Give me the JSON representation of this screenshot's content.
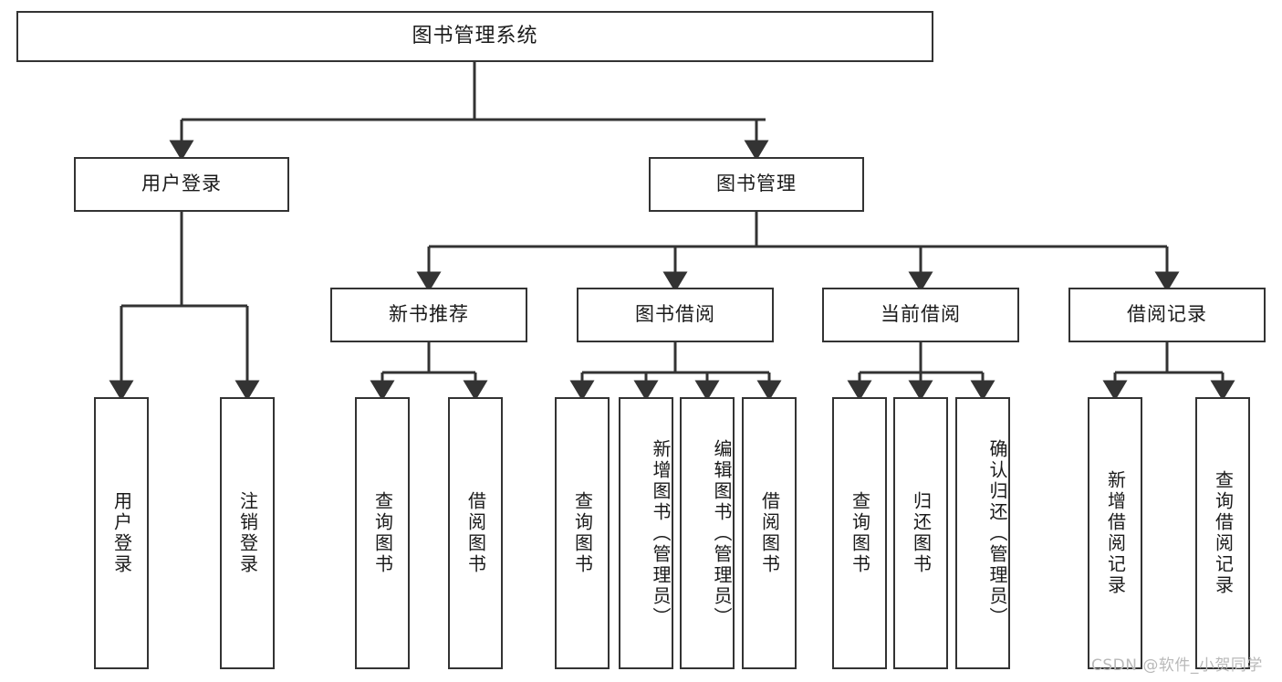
{
  "diagram": {
    "title": "图书管理系统",
    "watermark": "CSDN @软件_小贺同学",
    "line_color": "#333333",
    "box_fill": "#ffffff",
    "text_color": "#1a1a1a"
  },
  "nodes": {
    "root": {
      "label": "图书管理系统"
    },
    "level1": [
      {
        "label": "用户登录"
      },
      {
        "label": "图书管理"
      }
    ],
    "level2": [
      {
        "label": "新书推荐"
      },
      {
        "label": "图书借阅"
      },
      {
        "label": "当前借阅"
      },
      {
        "label": "借阅记录"
      }
    ],
    "leaves_user_login": [
      {
        "label": "用户登录"
      },
      {
        "label": "注销登录"
      }
    ],
    "leaves_new_books": [
      {
        "label": "查询图书"
      },
      {
        "label": "借阅图书"
      }
    ],
    "leaves_borrow": [
      {
        "label": "查询图书"
      },
      {
        "label": "新增图书（管理员）"
      },
      {
        "label": "编辑图书（管理员）"
      },
      {
        "label": "借阅图书"
      }
    ],
    "leaves_current": [
      {
        "label": "查询图书"
      },
      {
        "label": "归还图书"
      },
      {
        "label": "确认归还（管理员）"
      }
    ],
    "leaves_records": [
      {
        "label": "新增借阅记录"
      },
      {
        "label": "查询借阅记录"
      }
    ]
  }
}
